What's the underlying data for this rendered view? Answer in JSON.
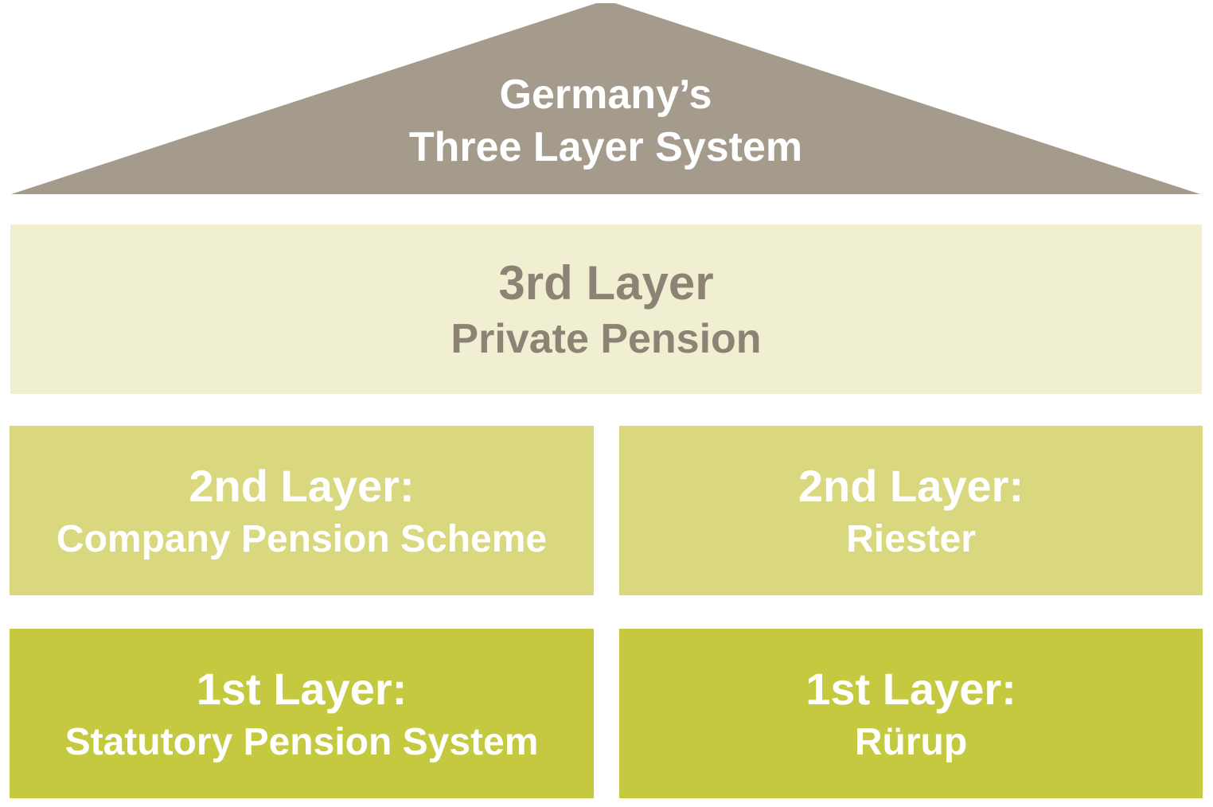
{
  "diagram": {
    "roof": {
      "line1": "Germany’s",
      "line2": "Three Layer System"
    },
    "layer3": {
      "title": "3rd Layer",
      "subtitle": "Private Pension"
    },
    "layer2_left": {
      "title": "2nd Layer:",
      "subtitle": "Company Pension Scheme"
    },
    "layer2_right": {
      "title": "2nd Layer:",
      "subtitle": "Riester"
    },
    "layer1_left": {
      "title": "1st Layer:",
      "subtitle": "Statutory Pension System"
    },
    "layer1_right": {
      "title": "1st Layer:",
      "subtitle": "Rürup"
    }
  },
  "colors": {
    "roof_bg": "#a49b8d",
    "roof_text": "#ffffff",
    "layer3_bg": "#f1efd2",
    "layer3_text": "#8c8375",
    "layer2_bg": "#d9d87e",
    "layer1_bg": "#c4c93f",
    "box_text": "#ffffff",
    "page_bg": "#ffffff"
  }
}
